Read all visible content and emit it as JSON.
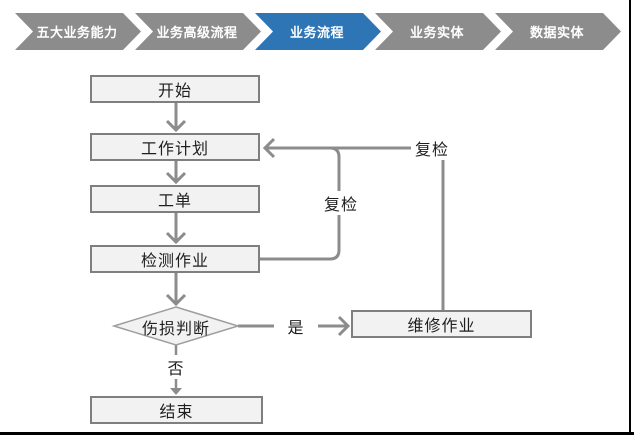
{
  "breadcrumb": {
    "items": [
      {
        "label": "五大业务能力",
        "active": false
      },
      {
        "label": "业务高级流程",
        "active": false
      },
      {
        "label": "业务流程",
        "active": true
      },
      {
        "label": "业务实体",
        "active": false
      },
      {
        "label": "数据实体",
        "active": false
      }
    ],
    "active_color": "#2E75B6",
    "inactive_color": "#8C8C8C"
  },
  "flowchart": {
    "nodes": [
      {
        "id": "start",
        "label": "开始",
        "type": "process"
      },
      {
        "id": "plan",
        "label": "工作计划",
        "type": "process"
      },
      {
        "id": "order",
        "label": "工单",
        "type": "process"
      },
      {
        "id": "inspect",
        "label": "检测作业",
        "type": "process"
      },
      {
        "id": "judge",
        "label": "伤损判断",
        "type": "decision"
      },
      {
        "id": "repair",
        "label": "维修作业",
        "type": "process"
      },
      {
        "id": "end",
        "label": "结束",
        "type": "process"
      }
    ],
    "edges": [
      {
        "from": "开始",
        "to": "工作计划",
        "label": ""
      },
      {
        "from": "工作计划",
        "to": "工单",
        "label": ""
      },
      {
        "from": "工单",
        "to": "检测作业",
        "label": ""
      },
      {
        "from": "检测作业",
        "to": "伤损判断",
        "label": ""
      },
      {
        "from": "伤损判断",
        "to": "维修作业",
        "label": "是"
      },
      {
        "from": "伤损判断",
        "to": "结束",
        "label": "否"
      },
      {
        "from": "检测作业",
        "to": "工作计划",
        "label": "复检"
      },
      {
        "from": "维修作业",
        "to": "工作计划",
        "label": "复检"
      }
    ],
    "colors": {
      "node_fill": "#F2F2F2",
      "node_border": "#7F7F7F",
      "line": "#8C8C8C",
      "text": "#1F1F1F"
    }
  }
}
